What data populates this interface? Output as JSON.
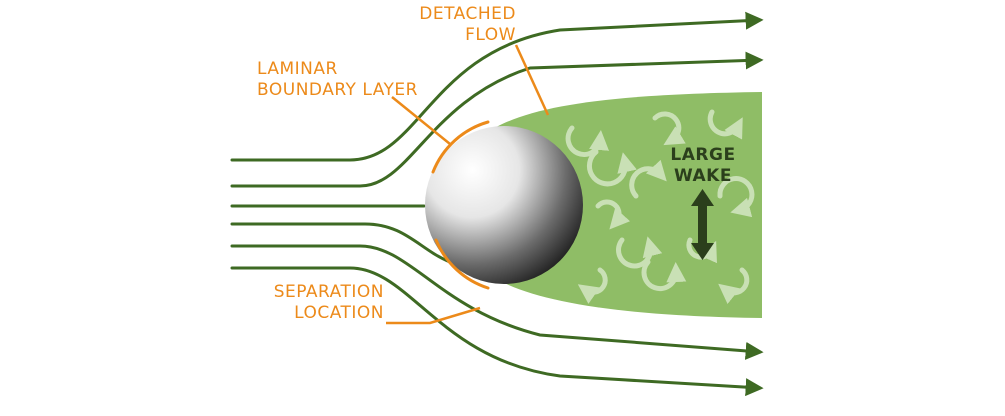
{
  "colors": {
    "flow_line": "#3e6a23",
    "wake_fill": "#8fbd66",
    "annotation": "#ec8a1a",
    "wake_text": "#2b3f1c",
    "eddy": "#c9e0b5"
  },
  "labels": {
    "detached_flow": {
      "line1": "DETACHED",
      "line2": "FLOW"
    },
    "laminar_boundary_layer": {
      "line1": "LAMINAR",
      "line2": "BOUNDARY LAYER"
    },
    "separation_location": {
      "line1": "SEPARATION",
      "line2": "LOCATION"
    },
    "large_wake": {
      "line1": "LARGE",
      "line2": "WAKE"
    }
  },
  "icons": {
    "wake_direction": "double-arrow-vertical-icon",
    "eddy": "curved-arrow-icon"
  }
}
